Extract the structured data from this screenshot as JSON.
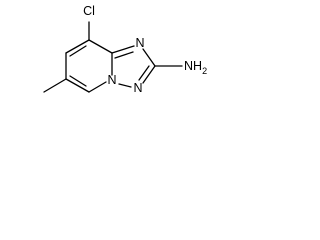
{
  "molecule": {
    "atoms": {
      "cl": "Cl",
      "n1": "N",
      "n2": "N",
      "n3": "N",
      "amine": "NH",
      "amine_sub": "2"
    },
    "colors": {
      "bond": "#000000",
      "text": "#000000",
      "background": "#ffffff"
    }
  }
}
